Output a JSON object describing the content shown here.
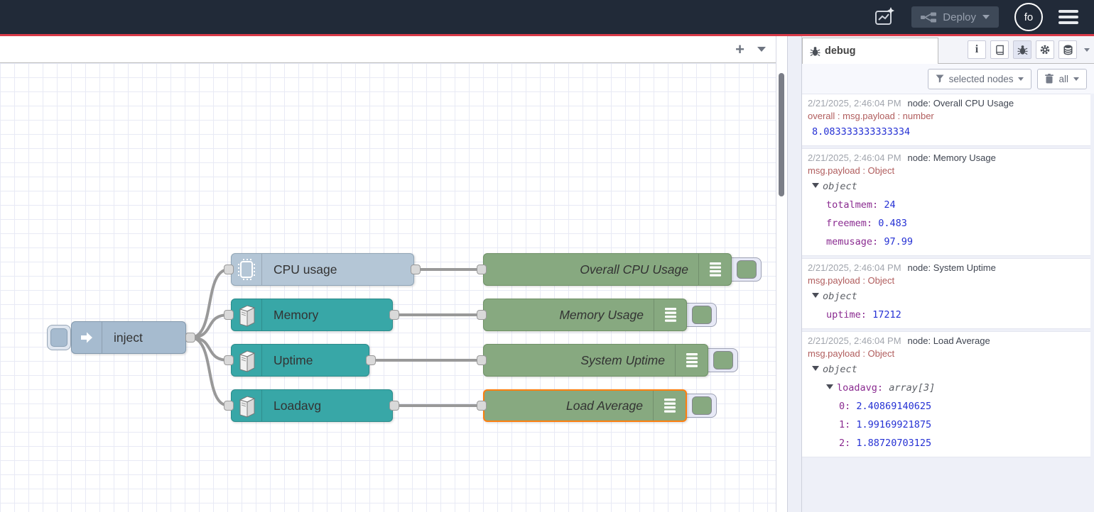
{
  "header": {
    "deploy_label": "Deploy",
    "avatar_text": "fo"
  },
  "canvas": {
    "add_flow_label": "+"
  },
  "flow": {
    "nodes": {
      "inject": {
        "label": "inject",
        "color": "#a6bbcf"
      },
      "cpu": {
        "label": "CPU usage",
        "color": "#b4c6d6"
      },
      "memory": {
        "label": "Memory",
        "color": "#38a7a7"
      },
      "uptime": {
        "label": "Uptime",
        "color": "#38a7a7"
      },
      "loadavg": {
        "label": "Loadavg",
        "color": "#38a7a7"
      },
      "debug_cpu": {
        "label": "Overall CPU Usage",
        "color": "#87a980"
      },
      "debug_memory": {
        "label": "Memory Usage",
        "color": "#87a980"
      },
      "debug_uptime": {
        "label": "System Uptime",
        "color": "#87a980"
      },
      "debug_loadavg": {
        "label": "Load Average",
        "color": "#87a980",
        "selected": true,
        "selection_color": "#ff7f0e"
      }
    }
  },
  "sidebar": {
    "tab_label": "debug",
    "filter_button_label": "selected nodes",
    "clear_button_label": "all",
    "messages": [
      {
        "timestamp": "2/21/2025, 2:46:04 PM",
        "source": "node: Overall CPU Usage",
        "meta": "overall : msg.payload : number",
        "value": "8.083333333333334"
      },
      {
        "timestamp": "2/21/2025, 2:46:04 PM",
        "source": "node: Memory Usage",
        "meta": "msg.payload : Object",
        "root": "object",
        "props": [
          {
            "key": "totalmem",
            "value": "24"
          },
          {
            "key": "freemem",
            "value": "0.483"
          },
          {
            "key": "memusage",
            "value": "97.99"
          }
        ]
      },
      {
        "timestamp": "2/21/2025, 2:46:04 PM",
        "source": "node: System Uptime",
        "meta": "msg.payload : Object",
        "root": "object",
        "props": [
          {
            "key": "uptime",
            "value": "17212"
          }
        ]
      },
      {
        "timestamp": "2/21/2025, 2:46:04 PM",
        "source": "node: Load Average",
        "meta": "msg.payload : Object",
        "root": "object",
        "array_key": "loadavg",
        "array_type": "array[3]",
        "items": [
          {
            "key": "0",
            "value": "2.40869140625"
          },
          {
            "key": "1",
            "value": "1.99169921875"
          },
          {
            "key": "2",
            "value": "1.88720703125"
          }
        ]
      }
    ]
  },
  "colors": {
    "header_bg": "#212a38",
    "accent_red": "#d93a48",
    "selection_orange": "#ff7f0e",
    "wire_gray": "#999999",
    "debug_value_blue": "#2531d4",
    "debug_key_purple": "#8a2b90",
    "debug_meta_red": "#b05c5c"
  }
}
